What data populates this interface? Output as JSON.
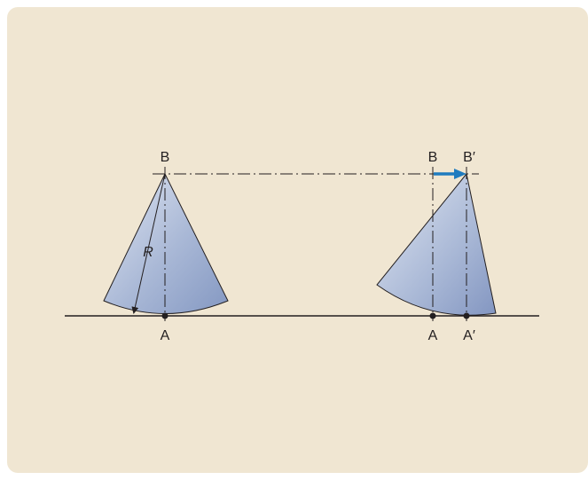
{
  "labels": {
    "left_top": "B",
    "left_bottom": "A",
    "radius": "R",
    "right_top_original": "B",
    "right_top_moved": "B′",
    "right_bottom_original": "A",
    "right_bottom_moved": "A′"
  },
  "colors": {
    "background": "#f0e6d2",
    "cone_fill_light": "#c8d3e8",
    "cone_fill_dark": "#8fa3c9",
    "line": "#231f20",
    "arrow": "#1f7bbf"
  }
}
